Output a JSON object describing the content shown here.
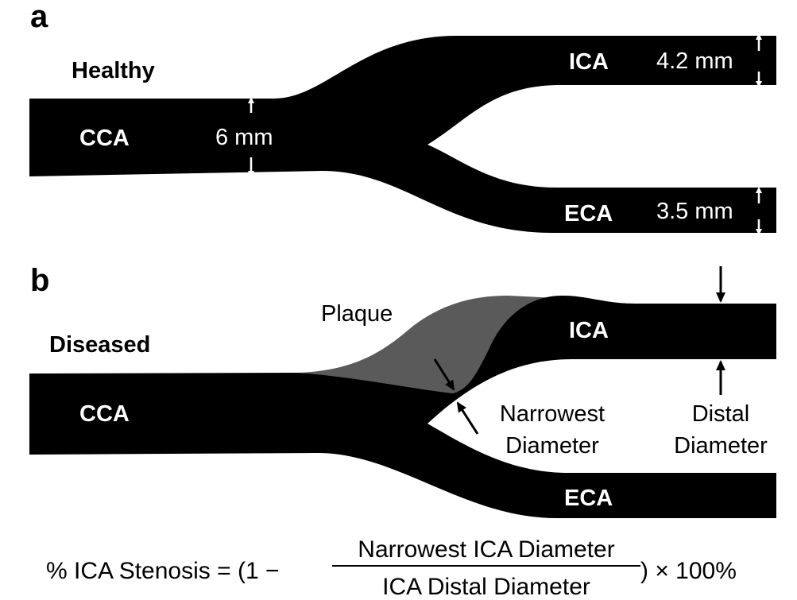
{
  "panel_a": {
    "letter": "a",
    "condition": "Healthy",
    "cca_label": "CCA",
    "ica_label": "ICA",
    "eca_label": "ECA",
    "cca_diameter": "6 mm",
    "ica_diameter": "4.2 mm",
    "eca_diameter": "3.5 mm"
  },
  "panel_b": {
    "letter": "b",
    "condition": "Diseased",
    "cca_label": "CCA",
    "ica_label": "ICA",
    "eca_label": "ECA",
    "plaque_label": "Plaque",
    "narrowest_line1": "Narrowest",
    "narrowest_line2": "Diameter",
    "distal_line1": "Distal",
    "distal_line2": "Diameter"
  },
  "formula": {
    "lhs": "% ICA Stenosis = (1 −",
    "numerator": "Narrowest ICA Diameter",
    "denominator": "ICA Distal Diameter",
    "rhs": ") × 100%"
  },
  "colors": {
    "vessel": "#000000",
    "plaque": "#5a5a5a",
    "background": "#ffffff"
  }
}
